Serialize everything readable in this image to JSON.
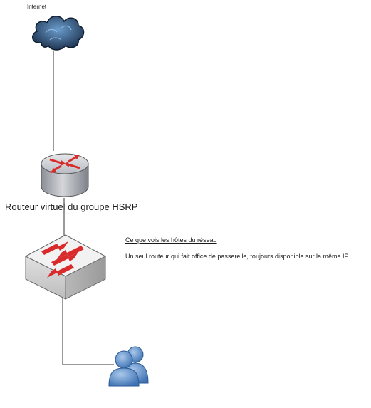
{
  "diagram": {
    "internet_label": "Internet",
    "router_label": "Routeur virtuel du groupe HSRP",
    "note_heading": "Ce que vois les hôtes du réseau",
    "note_text": "Un seul routeur qui fait office de passerelle, toujours disponible sur la même IP."
  },
  "icons": {
    "cloud": "cloud-icon",
    "router": "router-icon",
    "switch": "switch-icon",
    "users": "users-icon"
  },
  "colors": {
    "cloud_dark": "#1f3552",
    "cloud_light": "#6a9ccc",
    "router_body": "#b9bcc3",
    "arrow_red": "#d92b2b",
    "switch_top": "#f2f2f2",
    "switch_side": "#c8c8c8",
    "user_blue": "#4f86c6",
    "link_line": "#333333"
  }
}
